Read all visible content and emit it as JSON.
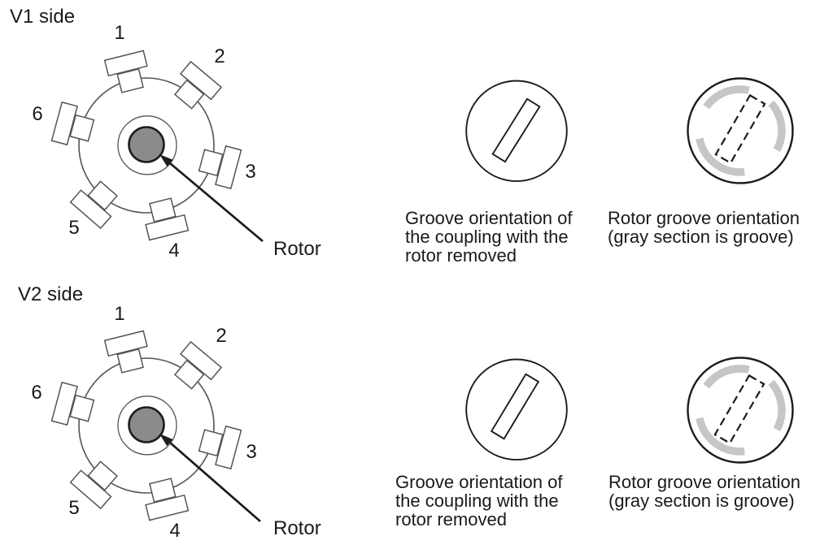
{
  "figure": {
    "rows": [
      {
        "side_label": "V1 side",
        "bolt_labels": [
          "1",
          "2",
          "3",
          "4",
          "5",
          "6"
        ],
        "rotor_label": "Rotor",
        "coupling_caption_lines": [
          "Groove orientation of",
          "the coupling with the",
          "rotor removed"
        ],
        "rotor_groove_caption_lines": [
          "Rotor groove orientation",
          "(gray section is groove)"
        ]
      },
      {
        "side_label": "V2 side",
        "bolt_labels": [
          "1",
          "2",
          "3",
          "4",
          "5",
          "6"
        ],
        "rotor_label": "Rotor",
        "coupling_caption_lines": [
          "Groove orientation of",
          "the coupling with the",
          "rotor removed"
        ],
        "rotor_groove_caption_lines": [
          "Rotor groove orientation",
          "(gray section is groove)"
        ]
      }
    ],
    "colors": {
      "rotor_fill": "#8b8b8b",
      "groove_gray": "#c6c6c6",
      "line_dark": "#1c1c1c",
      "line_gray": "#545454",
      "text": "#1a1a1a",
      "background": "#ffffff"
    }
  }
}
